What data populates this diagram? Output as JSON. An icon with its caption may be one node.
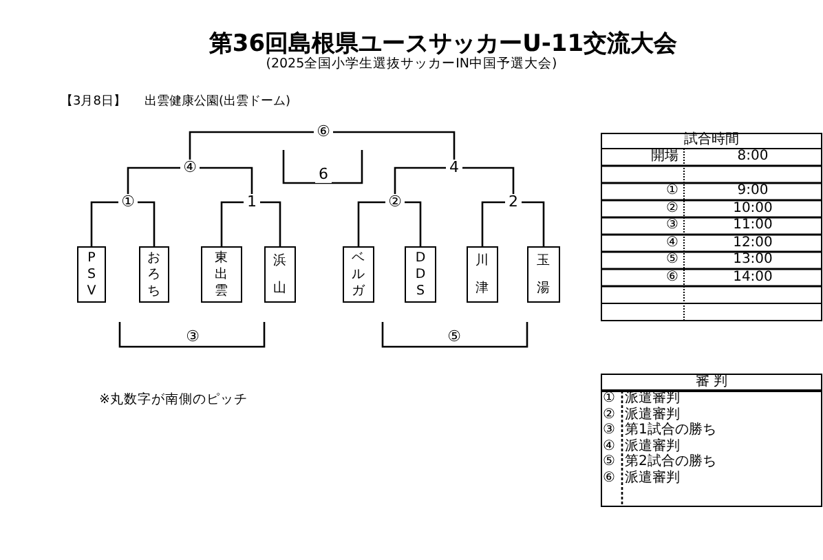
{
  "diagram": {
    "title": "第36回島根県ユースサッカーU-11交流大会",
    "nodes": [
      {
        "text": [
          "PSV"
        ]
      },
      {
        "text": [
          "おろち"
        ]
      },
      {
        "text": [
          "東出雲"
        ]
      },
      {
        "text": [
          "浜山"
        ]
      },
      {
        "text": [
          "ベルガ"
        ]
      },
      {
        "text": [
          "DDS"
        ]
      },
      {
        "text": [
          "川津"
        ]
      },
      {
        "text": [
          "玉湯"
        ]
      },
      {
        "text": [
          "①"
        ]
      },
      {
        "text": [
          "1"
        ]
      },
      {
        "text": [
          "②"
        ]
      },
      {
        "text": [
          "2"
        ]
      },
      {
        "text": [
          "④"
        ]
      },
      {
        "text": [
          "4"
        ]
      },
      {
        "text": [
          "⑥"
        ]
      },
      {
        "text": [
          "6"
        ]
      },
      {
        "text": [
          "③"
        ]
      },
      {
        "text": [
          "⑤"
        ]
      }
    ],
    "edges": [
      {
        "from": 0,
        "to": 8,
        "arrow": "none"
      },
      {
        "from": 1,
        "to": 8,
        "arrow": "none"
      },
      {
        "from": 2,
        "to": 9,
        "arrow": "none"
      },
      {
        "from": 3,
        "to": 9,
        "arrow": "none"
      },
      {
        "from": 4,
        "to": 10,
        "arrow": "none"
      },
      {
        "from": 5,
        "to": 10,
        "arrow": "none"
      },
      {
        "from": 6,
        "to": 11,
        "arrow": "none"
      },
      {
        "from": 7,
        "to": 11,
        "arrow": "none"
      },
      {
        "from": 8,
        "to": 12,
        "arrow": "none"
      },
      {
        "from": 9,
        "to": 12,
        "arrow": "none"
      },
      {
        "from": 10,
        "to": 13,
        "arrow": "none"
      },
      {
        "from": 11,
        "to": 13,
        "arrow": "none"
      },
      {
        "from": 12,
        "to": 14,
        "arrow": "none"
      },
      {
        "from": 13,
        "to": 14,
        "arrow": "none"
      }
    ],
    "labels": [
      "(2025全国小学生選抜サッカーIN中国予選大会)",
      "【3月8日】",
      "出雲健康公園(出雲ドーム)",
      "試合時間",
      "開場",
      "8:00",
      "①",
      "9:00",
      "②",
      "10:00",
      "③",
      "11:00",
      "④",
      "12:00",
      "⑤",
      "13:00",
      "⑥",
      "14:00",
      "※丸数字が南側のピッチ",
      "審 判",
      "①",
      "派遣審判",
      "②",
      "派遣審判",
      "③",
      "第1試合の勝ち",
      "④",
      "派遣審判",
      "⑤",
      "第2試合の勝ち",
      "⑥",
      "派遣審判"
    ]
  }
}
